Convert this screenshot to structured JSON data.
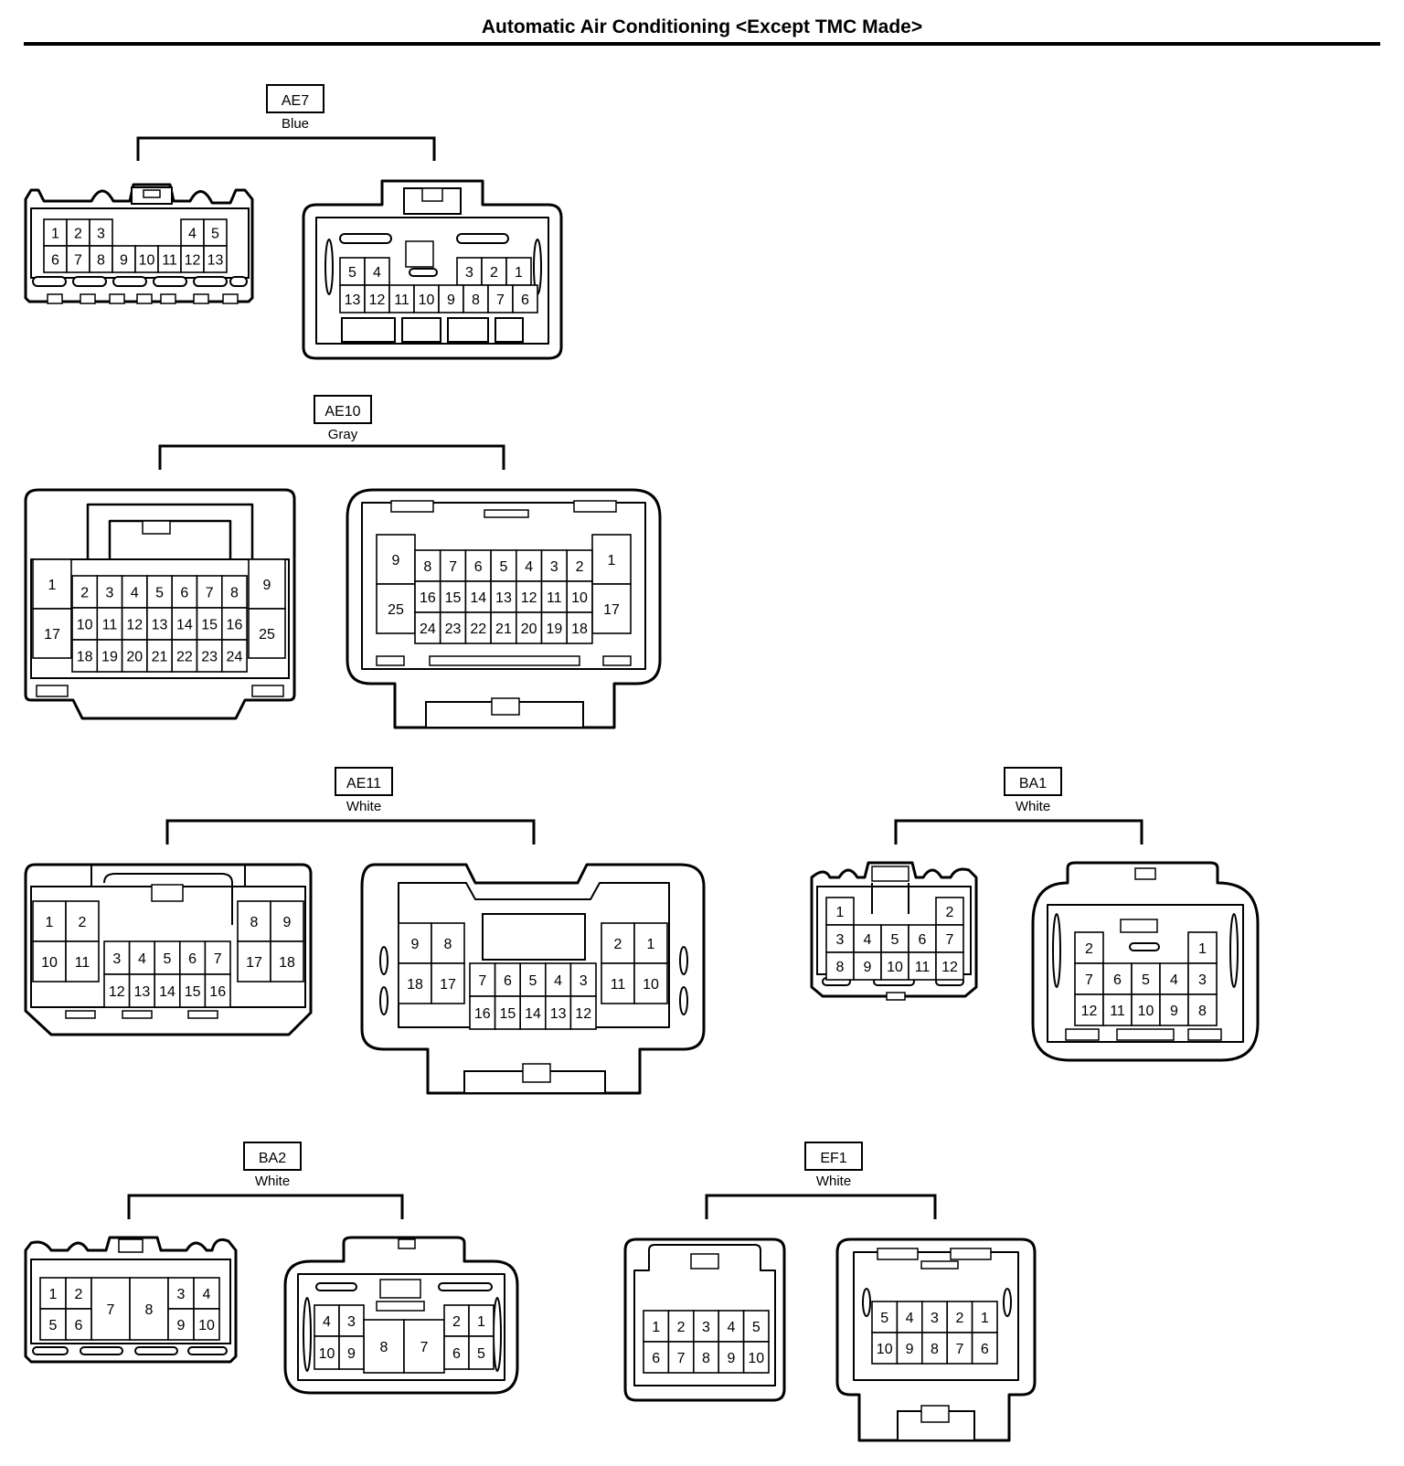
{
  "title": "Automatic Air Conditioning <Except TMC Made>",
  "connectors": [
    {
      "id": "AE7",
      "color": "Blue",
      "left_rows": [
        [
          "1",
          "2",
          "3",
          "",
          "4",
          "5"
        ],
        [
          "6",
          "7",
          "8",
          "9",
          "10",
          "11",
          "12",
          "13"
        ]
      ],
      "right_rows": [
        [
          "5",
          "4",
          "",
          "3",
          "2",
          "1"
        ],
        [
          "13",
          "12",
          "11",
          "10",
          "9",
          "8",
          "7",
          "6"
        ]
      ]
    },
    {
      "id": "AE10",
      "color": "Gray",
      "left_side": [
        [
          "1",
          "17"
        ],
        [
          "9",
          "25"
        ]
      ],
      "left_rows": [
        [
          "2",
          "3",
          "4",
          "5",
          "6",
          "7",
          "8"
        ],
        [
          "10",
          "11",
          "12",
          "13",
          "14",
          "15",
          "16"
        ],
        [
          "18",
          "19",
          "20",
          "21",
          "22",
          "23",
          "24"
        ]
      ],
      "right_side": [
        [
          "9",
          "25"
        ],
        [
          "1",
          "17"
        ]
      ],
      "right_rows": [
        [
          "8",
          "7",
          "6",
          "5",
          "4",
          "3",
          "2"
        ],
        [
          "16",
          "15",
          "14",
          "13",
          "12",
          "11",
          "10"
        ],
        [
          "24",
          "23",
          "22",
          "21",
          "20",
          "19",
          "18"
        ]
      ]
    },
    {
      "id": "AE11",
      "color": "White",
      "left_blocks": [
        [
          "1",
          "2",
          "10",
          "11"
        ],
        [
          "8",
          "9",
          "17",
          "18"
        ]
      ],
      "left_rows": [
        [
          "3",
          "4",
          "5",
          "6",
          "7"
        ],
        [
          "12",
          "13",
          "14",
          "15",
          "16"
        ]
      ],
      "right_blocks": [
        [
          "9",
          "8",
          "18",
          "17"
        ],
        [
          "2",
          "1",
          "11",
          "10"
        ]
      ],
      "right_rows": [
        [
          "7",
          "6",
          "5",
          "4",
          "3"
        ],
        [
          "16",
          "15",
          "14",
          "13",
          "12"
        ]
      ]
    },
    {
      "id": "BA1",
      "color": "White",
      "left_rows": [
        [
          "1",
          "",
          "",
          "",
          "2"
        ],
        [
          "3",
          "4",
          "5",
          "6",
          "7"
        ],
        [
          "8",
          "9",
          "10",
          "11",
          "12"
        ]
      ],
      "right_rows": [
        [
          "2",
          "",
          "",
          "",
          "1"
        ],
        [
          "7",
          "6",
          "5",
          "4",
          "3"
        ],
        [
          "12",
          "11",
          "10",
          "9",
          "8"
        ]
      ]
    },
    {
      "id": "BA2",
      "color": "White",
      "left_rows": [
        [
          "1",
          "2",
          "7",
          "8",
          "3",
          "4"
        ],
        [
          "5",
          "6",
          "9",
          "10"
        ]
      ],
      "right_rows": [
        [
          "4",
          "3",
          "8",
          "7",
          "2",
          "1"
        ],
        [
          "10",
          "9",
          "6",
          "5"
        ]
      ]
    },
    {
      "id": "EF1",
      "color": "White",
      "left_rows": [
        [
          "1",
          "2",
          "3",
          "4",
          "5"
        ],
        [
          "6",
          "7",
          "8",
          "9",
          "10"
        ]
      ],
      "right_rows": [
        [
          "5",
          "4",
          "3",
          "2",
          "1"
        ],
        [
          "10",
          "9",
          "8",
          "7",
          "6"
        ]
      ]
    }
  ]
}
